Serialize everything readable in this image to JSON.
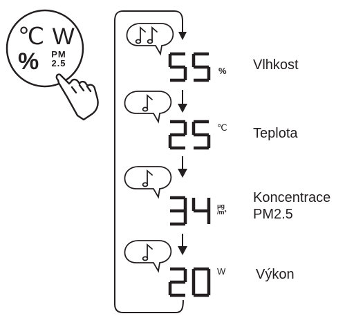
{
  "button": {
    "line1": "℃ W",
    "line2_symbol": "%",
    "line2_pm_top": "PM",
    "line2_pm_bottom": "2.5"
  },
  "steps": [
    {
      "digits": "55",
      "unit": "%",
      "label": "Vlhkost",
      "beeps": 2
    },
    {
      "digits": "25",
      "unit": "℃",
      "label": "Teplota",
      "beeps": 1
    },
    {
      "digits": "34",
      "unit_top": "μg",
      "unit_bottom": "/m³",
      "label_line1": "Koncentrace",
      "label_line2": "PM2.5",
      "beeps": 1
    },
    {
      "digits": "20",
      "unit": "W",
      "label": "Výkon",
      "beeps": 1
    }
  ],
  "icons": {
    "hand": "pointing-hand-icon",
    "bubble": "speech-bubble-icon",
    "note": "music-note-icon",
    "arrow": "down-arrow-icon"
  }
}
